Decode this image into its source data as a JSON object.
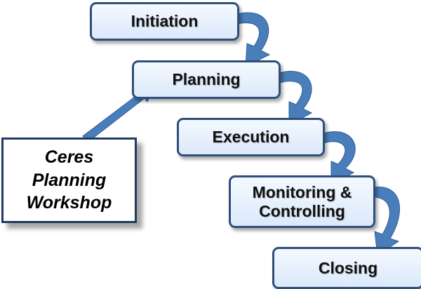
{
  "phases": [
    {
      "label": "Initiation"
    },
    {
      "label": "Planning"
    },
    {
      "label": "Execution"
    },
    {
      "label": "Monitoring &",
      "label2": "Controlling"
    },
    {
      "label": "Closing"
    }
  ],
  "workshop": {
    "lines": [
      "Ceres",
      "Planning",
      "Workshop"
    ]
  },
  "colors": {
    "arrow": "#4a7ebb",
    "arrow_edge": "#2f5f96",
    "box_border": "#2f4f7a"
  }
}
